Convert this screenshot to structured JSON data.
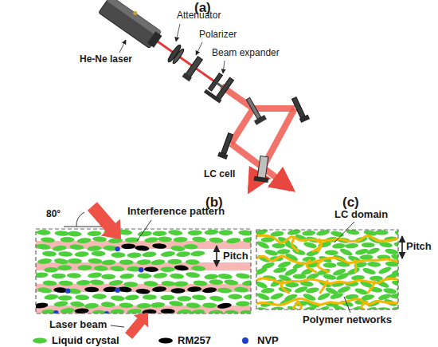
{
  "diagram": {
    "labels": [
      "(a)",
      "Attenuator",
      "Polarizer",
      "Beam expander",
      "He-Ne laser",
      "LC cell",
      "(b)",
      "80°",
      "Interference pattern",
      "Pitch",
      "Laser beam",
      "(c)",
      "LC domain",
      "Pitch",
      "Polymer networks"
    ],
    "legend": [
      {
        "text": "Liquid crystal",
        "color": "#4ccf3a"
      },
      {
        "text": "RM257",
        "color": "#000000"
      },
      {
        "text": "NVP",
        "color": "#1f3fc8"
      }
    ]
  }
}
